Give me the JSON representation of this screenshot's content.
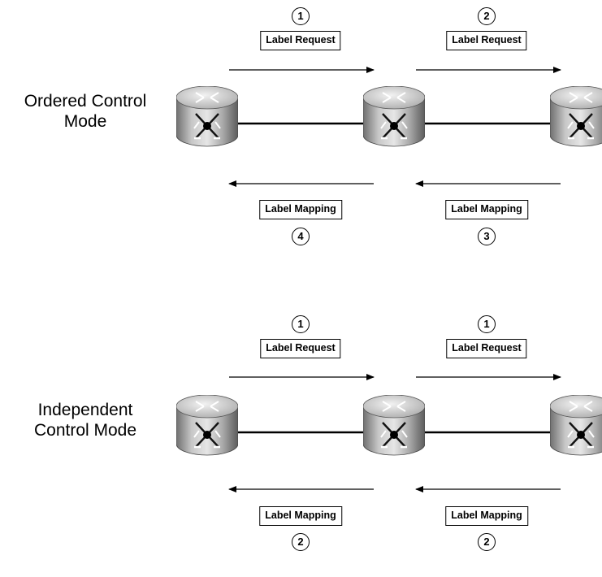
{
  "ordered": {
    "title_line1": "Ordered Control",
    "title_line2": "Mode",
    "upstream_request": {
      "step": "1",
      "label": "Label Request"
    },
    "downstream_request": {
      "step": "2",
      "label": "Label Request"
    },
    "upstream_mapping": {
      "step": "4",
      "label": "Label Mapping"
    },
    "downstream_mapping": {
      "step": "3",
      "label": "Label Mapping"
    }
  },
  "independent": {
    "title_line1": "Independent",
    "title_line2": "Control Mode",
    "upstream_request": {
      "step": "1",
      "label": "Label Request"
    },
    "downstream_request": {
      "step": "1",
      "label": "Label Request"
    },
    "upstream_mapping": {
      "step": "2",
      "label": "Label Mapping"
    },
    "downstream_mapping": {
      "step": "2",
      "label": "Label Mapping"
    }
  },
  "colors": {
    "router_body": "#9a9a9a",
    "router_top": "#d4d4d4",
    "link": "#000000",
    "arrow": "#000000"
  },
  "icons": [
    "router-icon"
  ]
}
